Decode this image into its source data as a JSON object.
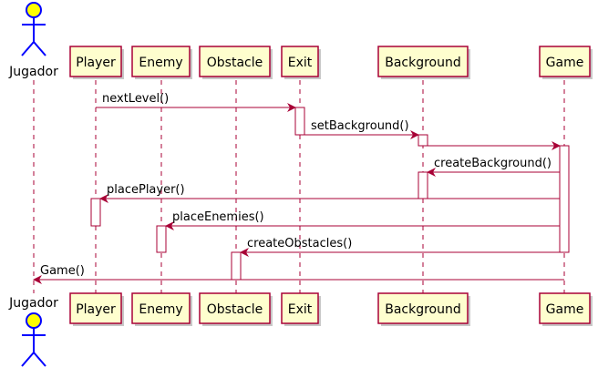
{
  "colors": {
    "line": "#A80036",
    "box_fill": "#FEFECE",
    "actor_head": "#FFFF00",
    "actor_stroke": "#0000FF",
    "text": "#000000"
  },
  "participants": [
    {
      "id": "jugador",
      "label": "Jugador",
      "kind": "actor"
    },
    {
      "id": "player",
      "label": "Player",
      "kind": "participant"
    },
    {
      "id": "enemy",
      "label": "Enemy",
      "kind": "participant"
    },
    {
      "id": "obstacle",
      "label": "Obstacle",
      "kind": "participant"
    },
    {
      "id": "exit",
      "label": "Exit",
      "kind": "participant"
    },
    {
      "id": "background",
      "label": "Background",
      "kind": "participant"
    },
    {
      "id": "game",
      "label": "Game",
      "kind": "participant"
    }
  ],
  "messages": [
    {
      "from": "player",
      "to": "exit",
      "label": "nextLevel()"
    },
    {
      "from": "exit",
      "to": "background",
      "label": "setBackground()"
    },
    {
      "from": "background",
      "to": "game",
      "label": ""
    },
    {
      "from": "game",
      "to": "background",
      "label": "createBackground()"
    },
    {
      "from": "game",
      "to": "player",
      "label": "placePlayer()"
    },
    {
      "from": "game",
      "to": "enemy",
      "label": "placeEnemies()"
    },
    {
      "from": "game",
      "to": "obstacle",
      "label": "createObstacles()"
    },
    {
      "from": "game",
      "to": "jugador",
      "label": "Game()"
    }
  ]
}
